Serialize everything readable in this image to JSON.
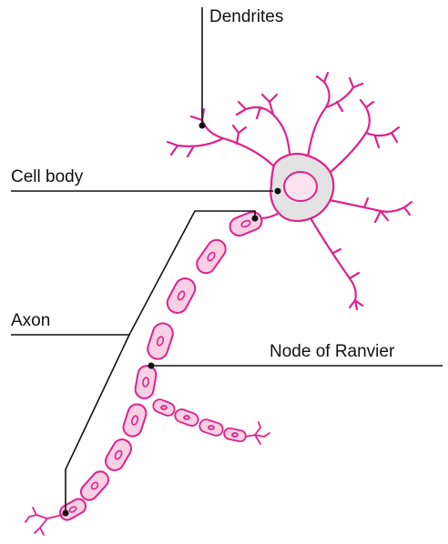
{
  "labels": {
    "dendrites": "Dendrites",
    "cell_body": "Cell body",
    "axon": "Axon",
    "node_of_ranvier": "Node of Ranvier"
  },
  "colors": {
    "outline": "#e0218a",
    "myelin_fill": "#f7d0e4",
    "soma_fill": "#e3e3e3",
    "nucleus_fill": "#fbe4ef",
    "leader_line": "#111111"
  }
}
